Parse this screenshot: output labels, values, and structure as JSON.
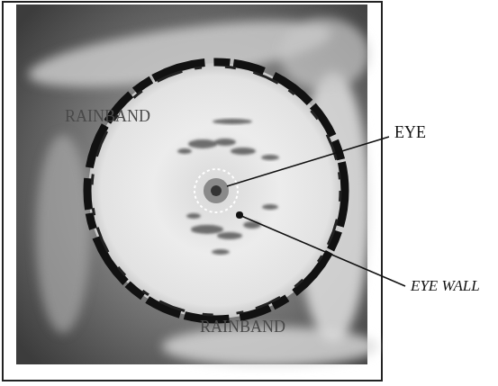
{
  "diagram": {
    "labels": [
      "RAINBAND",
      "EYE",
      "EYE WALL",
      "RAINBAND"
    ]
  }
}
